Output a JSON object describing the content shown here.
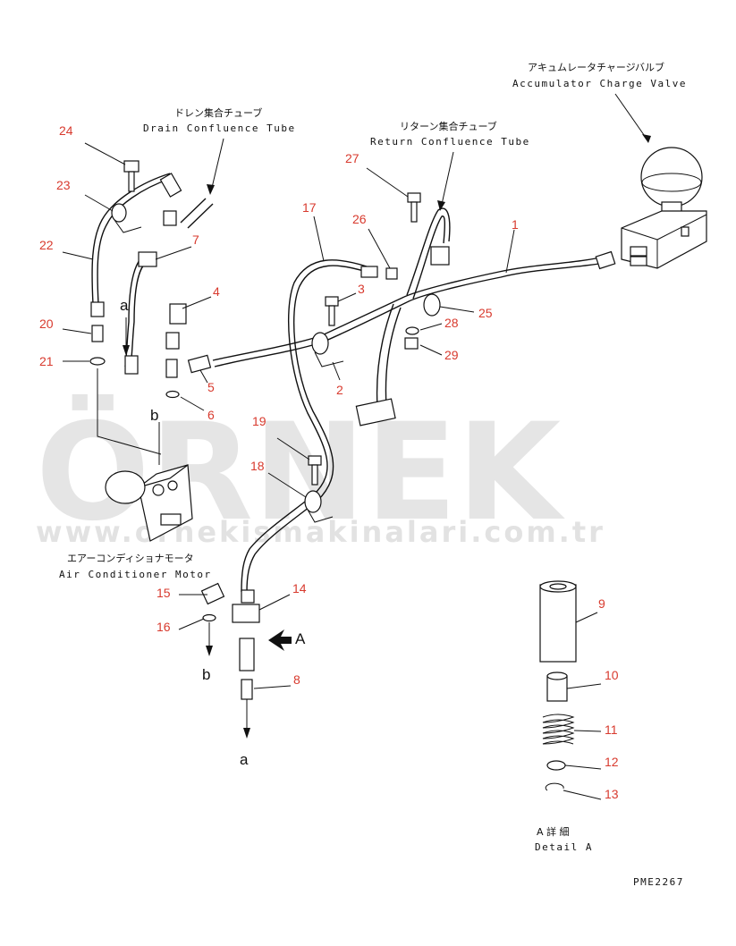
{
  "labels": {
    "accumulator_jp": "アキュムレータチャージバルブ",
    "accumulator_en": "Accumulator Charge Valve",
    "drain_jp": "ドレン集合チューブ",
    "drain_en": "Drain Confluence Tube",
    "return_jp": "リターン集合チューブ",
    "return_en": "Return Confluence Tube",
    "aircon_jp": "エアーコンディショナモータ",
    "aircon_en": "Air Conditioner Motor",
    "detail_jp": "A 詳 細",
    "detail_en": "Detail A",
    "drawing_code": "PME2267",
    "view_arrow": "A"
  },
  "connection_letters": {
    "a_top": "a",
    "b_top": "b",
    "b_bottom": "b",
    "a_bottom": "a"
  },
  "part_numbers": [
    "1",
    "2",
    "3",
    "4",
    "5",
    "6",
    "7",
    "8",
    "9",
    "10",
    "11",
    "12",
    "13",
    "14",
    "15",
    "16",
    "17",
    "18",
    "19",
    "20",
    "21",
    "22",
    "23",
    "24",
    "25",
    "26",
    "27",
    "28",
    "29"
  ],
  "watermark": {
    "brand": "ÖRNEK",
    "url": "www.ornekismakinalari.com.tr"
  },
  "colors": {
    "callout": "#d83a2e",
    "line": "#111111",
    "watermark": "#d0d0d0"
  }
}
